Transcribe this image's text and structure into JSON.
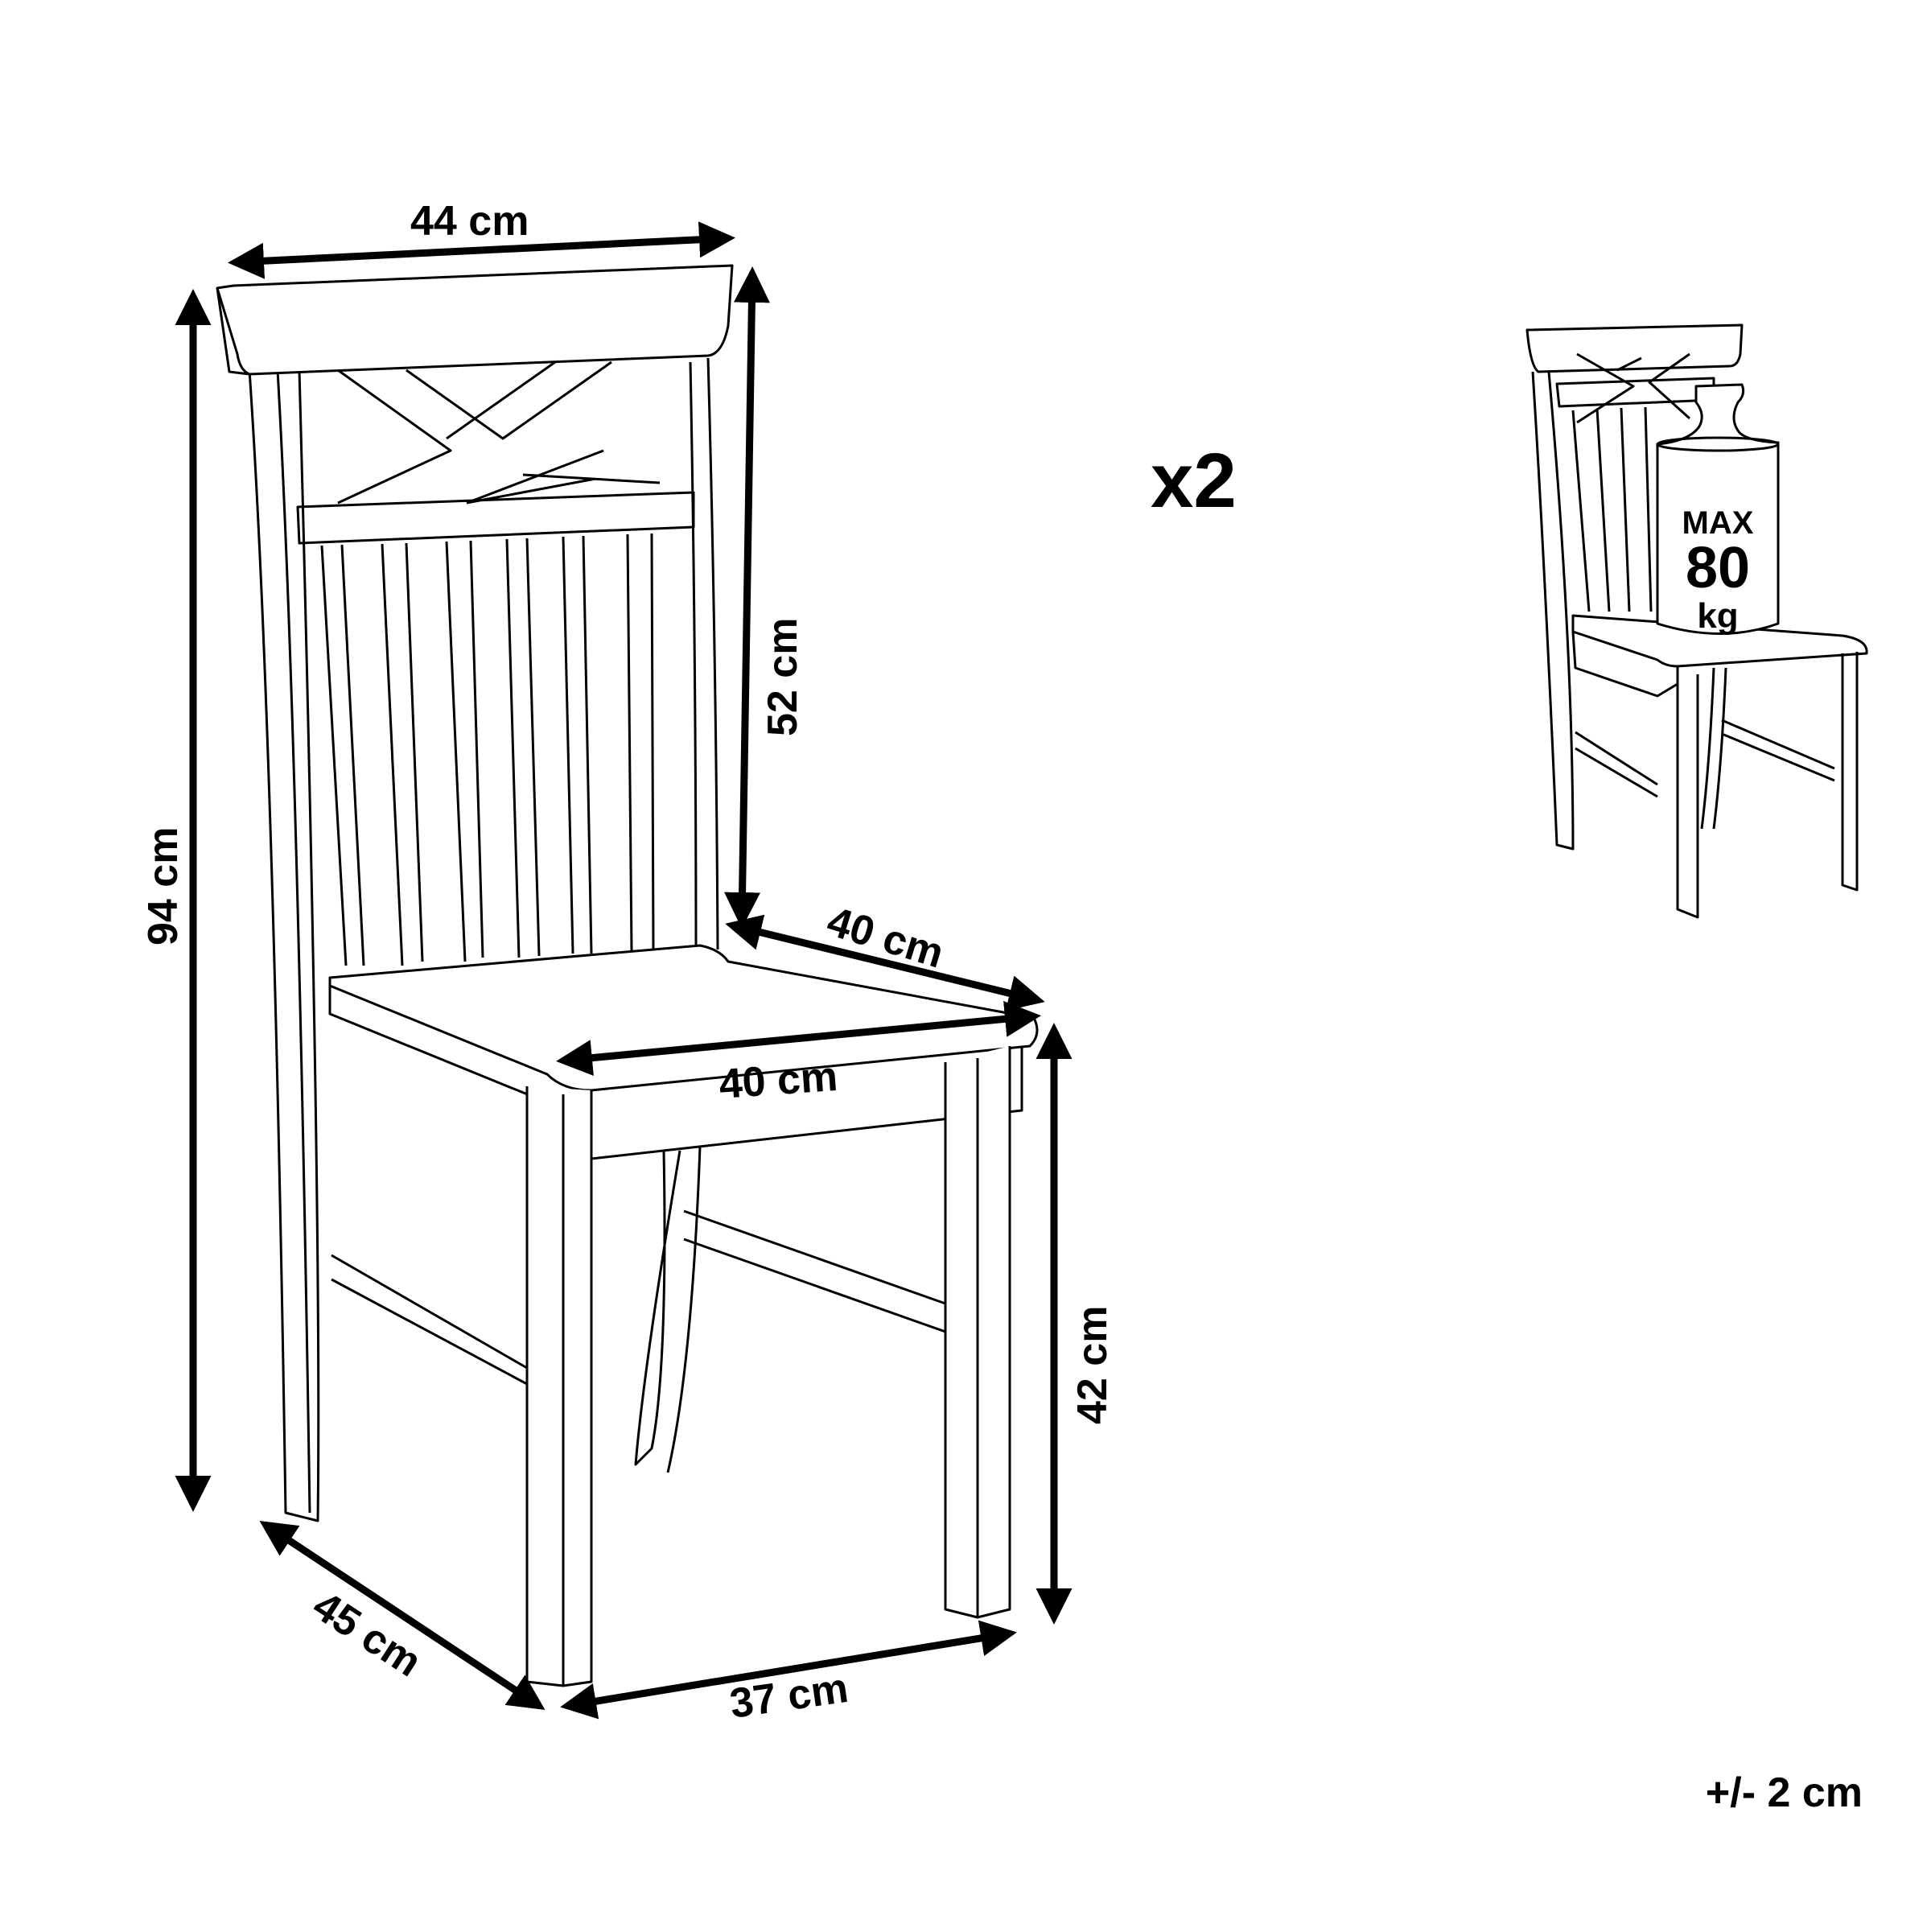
{
  "diagram": {
    "subject": "dining chair dimension drawing",
    "dimensions": {
      "backrest_width": "44 cm",
      "total_height": "94 cm",
      "backrest_height": "52 cm",
      "seat_depth": "40 cm",
      "seat_width": "40 cm",
      "seat_height": "42 cm",
      "leg_depth": "45 cm",
      "leg_width": "37 cm"
    },
    "quantity": "x2",
    "max_load": {
      "line1": "MAX",
      "line2": "80",
      "line3": "kg"
    },
    "tolerance": "+/- 2 cm"
  }
}
